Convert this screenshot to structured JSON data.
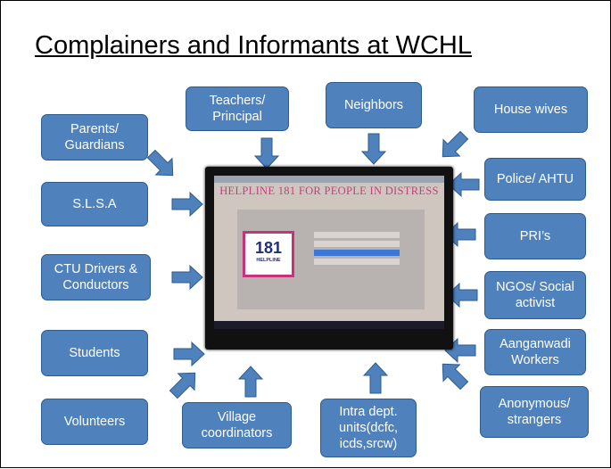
{
  "title": "Complainers and Informants at WCHL",
  "boxes": {
    "teachers": "Teachers/\nPrincipal",
    "neighbors": "Neighbors",
    "house_wives": "House wives",
    "parents": "Parents/\nGuardians",
    "slsa": "S.L.S.A",
    "police": "Police/ AHTU",
    "pri": "PRI’s",
    "ctu": "CTU Drivers  &\nConductors",
    "ngos": "NGOs/ Social\nactivist",
    "students": "Students",
    "aanganwadi": "Aanganwadi\nWorkers",
    "volunteers": "Volunteers",
    "village": "Village\ncoordinators",
    "intra": "Intra dept.\nunits(dcfc,\nicds,srcw)",
    "anonymous": "Anonymous/\nstrangers"
  },
  "screen": {
    "header": "HELPLINE 181 FOR PEOPLE IN DISTRESS",
    "logo_number": "181",
    "logo_text": "HELPLINE"
  },
  "colors": {
    "box_fill": "#4f81bd",
    "box_border": "#2e5b8e",
    "arrow_fill": "#4f81bd",
    "screen_header": "#c2437a"
  }
}
